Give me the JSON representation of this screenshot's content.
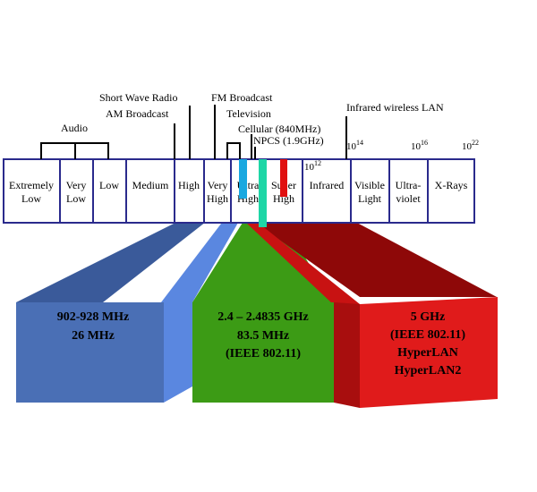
{
  "spectrum": {
    "bands": [
      {
        "id": "extremely-low",
        "lines": [
          "Extremely",
          "Low"
        ]
      },
      {
        "id": "very-low",
        "lines": [
          "Very",
          "Low"
        ]
      },
      {
        "id": "low",
        "lines": [
          "Low"
        ]
      },
      {
        "id": "medium",
        "lines": [
          "Medium"
        ]
      },
      {
        "id": "high",
        "lines": [
          "High"
        ]
      },
      {
        "id": "very-high",
        "lines": [
          "Very",
          "High"
        ]
      },
      {
        "id": "ultra-high",
        "lines": [
          "Ultra",
          "High"
        ]
      },
      {
        "id": "super-high",
        "lines": [
          "Super",
          "High"
        ]
      },
      {
        "id": "infrared",
        "lines": [
          "Infrared"
        ]
      },
      {
        "id": "visible-light",
        "lines": [
          "Visible",
          "Light"
        ]
      },
      {
        "id": "ultraviolet",
        "lines": [
          "Ultra-",
          "violet"
        ]
      },
      {
        "id": "x-rays",
        "lines": [
          "X-Rays"
        ]
      }
    ]
  },
  "labels": {
    "audio": "Audio",
    "short_wave_radio": "Short Wave Radio",
    "am_broadcast": "AM Broadcast",
    "fm_broadcast": "FM Broadcast",
    "television": "Television",
    "cellular": "Cellular (840MHz)",
    "npcs": "NPCS (1.9GHz)",
    "infrared_wireless_lan": "Infrared wireless LAN"
  },
  "powers": [
    {
      "id": "p12",
      "base": "10",
      "exp": "12"
    },
    {
      "id": "p14",
      "base": "10",
      "exp": "14"
    },
    {
      "id": "p16",
      "base": "10",
      "exp": "16"
    },
    {
      "id": "p22",
      "base": "10",
      "exp": "22"
    }
  ],
  "ism_bands": [
    {
      "id": "band-900mhz",
      "color": "#4a6fb5",
      "lines": [
        "902-928 MHz",
        "26 MHz"
      ]
    },
    {
      "id": "band-2-4ghz",
      "color": "#3c9b15",
      "lines": [
        "2.4 – 2.4835 GHz",
        "83.5 MHz",
        "(IEEE 802.11)"
      ]
    },
    {
      "id": "band-5ghz",
      "color": "#e01b1b",
      "lines": [
        "5 GHz",
        "(IEEE 802.11)",
        "HyperLAN",
        "HyperLAN2"
      ]
    }
  ],
  "colors": {
    "border": "#2a2a8c",
    "blue_marker": "#19a8e0",
    "cyan_marker": "#1ed6a6",
    "red_marker": "#e01010",
    "blue_face": "#4a6fb5",
    "blue_side": "#5a87e0",
    "blue_dark": "#3a5a9a",
    "green_face": "#3c9b15",
    "green_dark": "#2d7a0e",
    "red_face": "#e01b1b",
    "red_dark": "#8e0808"
  }
}
